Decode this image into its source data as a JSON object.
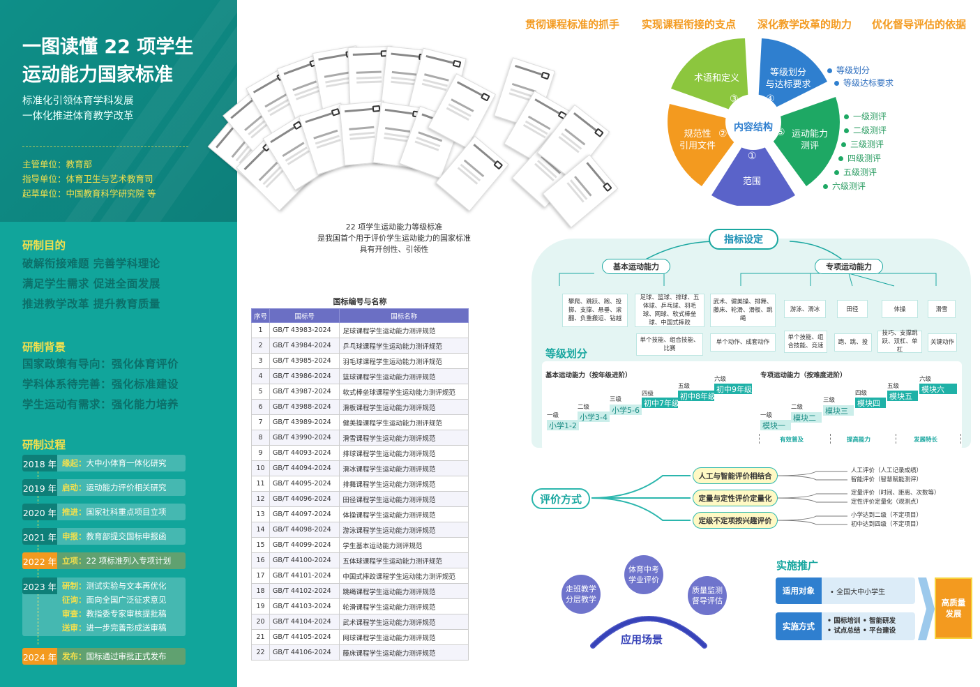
{
  "left": {
    "title_line1": "一图读懂 22 项学生",
    "title_line2": "运动能力国家标准",
    "subtitle_line1": "标准化引领体育学科发展",
    "subtitle_line2": "一体化推进体育教学改革",
    "org": [
      {
        "label": "主管单位：",
        "value": "教育部"
      },
      {
        "label": "指导单位：",
        "value": "体育卫生与艺术教育司"
      },
      {
        "label": "起草单位：",
        "value": "中国教育科学研究院 等"
      }
    ],
    "purpose": {
      "heading": "研制目的",
      "lines": [
        "破解衔接难题  完善学科理论",
        "满足学生需求  促进全面发展",
        "推进教学改革  提升教育质量"
      ]
    },
    "background": {
      "heading": "研制背景",
      "lines": [
        "国家政策有导向：强化体育评价",
        "学科体系待完善：强化标准建设",
        "学生运动有需求：强化能力培养"
      ]
    },
    "process": {
      "heading": "研制过程",
      "items": [
        {
          "year": "2018 年",
          "key": "缘起：",
          "text": "大中小体育一体化研究"
        },
        {
          "year": "2019 年",
          "key": "启动：",
          "text": "运动能力评价相关研究"
        },
        {
          "year": "2020 年",
          "key": "推进：",
          "text": "国家社科重点项目立项"
        },
        {
          "year": "2021 年",
          "key": "申报：",
          "text": "教育部提交国标申报函"
        },
        {
          "year": "2022 年",
          "key": "立项：",
          "text": "22 项标准列入专项计划"
        },
        {
          "year": "2023 年",
          "key": "研制：",
          "text": "测试实验与文本再优化",
          "sub": [
            {
              "key": "征询：",
              "text": "面向全国广泛征求意见"
            },
            {
              "key": "审查：",
              "text": "教指委专家审核提批稿"
            },
            {
              "key": "送审：",
              "text": "进一步完善形成送审稿"
            }
          ]
        },
        {
          "year": "2024 年",
          "key": "发布：",
          "text": "国标通过审批正式发布"
        }
      ]
    }
  },
  "middle": {
    "caption_line1": "22 项学生运动能力等级标准",
    "caption_line2": "是我国首个用于评价学生运动能力的国家标准",
    "caption_line3": "具有开创性、引领性",
    "table_title": "国标编号与名称",
    "headers": [
      "序号",
      "国标号",
      "国标名称"
    ],
    "rows": [
      [
        "1",
        "GB/T 43983-2024",
        "足球课程学生运动能力测评规范"
      ],
      [
        "2",
        "GB/T 43984-2024",
        "乒乓球课程学生运动能力测评规范"
      ],
      [
        "3",
        "GB/T 43985-2024",
        "羽毛球课程学生运动能力测评规范"
      ],
      [
        "4",
        "GB/T 43986-2024",
        "篮球课程学生运动能力测评规范"
      ],
      [
        "5",
        "GB/T 43987-2024",
        "软式棒垒球课程学生运动能力测评规范"
      ],
      [
        "6",
        "GB/T 43988-2024",
        "滑板课程学生运动能力测评规范"
      ],
      [
        "7",
        "GB/T 43989-2024",
        "健美操课程学生运动能力测评规范"
      ],
      [
        "8",
        "GB/T 43990-2024",
        "滑雪课程学生运动能力测评规范"
      ],
      [
        "9",
        "GB/T 44093-2024",
        "排球课程学生运动能力测评规范"
      ],
      [
        "10",
        "GB/T 44094-2024",
        "滑冰课程学生运动能力测评规范"
      ],
      [
        "11",
        "GB/T 44095-2024",
        "排舞课程学生运动能力测评规范"
      ],
      [
        "12",
        "GB/T 44096-2024",
        "田径课程学生运动能力测评规范"
      ],
      [
        "13",
        "GB/T 44097-2024",
        "体操课程学生运动能力测评规范"
      ],
      [
        "14",
        "GB/T 44098-2024",
        "游泳课程学生运动能力测评规范"
      ],
      [
        "15",
        "GB/T 44099-2024",
        "学生基本运动能力测评规范"
      ],
      [
        "16",
        "GB/T 44100-2024",
        "五体球课程学生运动能力测评规范"
      ],
      [
        "17",
        "GB/T 44101-2024",
        "中国式摔跤课程学生运动能力测评规范"
      ],
      [
        "18",
        "GB/T 44102-2024",
        "跳绳课程学生运动能力测评规范"
      ],
      [
        "19",
        "GB/T 44103-2024",
        "轮滑课程学生运动能力测评规范"
      ],
      [
        "20",
        "GB/T 44104-2024",
        "武术课程学生运动能力测评规范"
      ],
      [
        "21",
        "GB/T 44105-2024",
        "网球课程学生运动能力测评规范"
      ],
      [
        "22",
        "GB/T 44106-2024",
        "藤床课程学生运动能力测评规范"
      ]
    ]
  },
  "right": {
    "top_titles": [
      "贯彻课程标准的抓手",
      "实现课程衔接的支点",
      "深化教学改革的助力",
      "优化督导评估的依据"
    ],
    "pie": {
      "center": "内容结构",
      "segments": [
        {
          "num": "①",
          "label": "范围",
          "color": "#5a63c9"
        },
        {
          "num": "②",
          "label": "规范性\n引用文件",
          "color": "#f39a1f"
        },
        {
          "num": "③",
          "label": "术语和定义",
          "color": "#8cc63e"
        },
        {
          "num": "④",
          "label": "等级划分\n与达标要求",
          "color": "#2f7fcf"
        },
        {
          "num": "⑤",
          "label": "运动能力\n测评",
          "color": "#1ea864"
        }
      ],
      "blue_list": [
        "等级划分",
        "等级达标要求"
      ],
      "green_list": [
        "一级测评",
        "二级测评",
        "三级测评",
        "四级测评",
        "五级测评",
        "六级测评"
      ]
    },
    "indicators": {
      "title": "指标设定",
      "basic": "基本运动能力",
      "special": "专项运动能力",
      "boxes": [
        "攀爬、跳跃、跑、投掷、支撑、悬垂、滚翻、负重搬运、钻越",
        "足球、篮球、排球、五体球、乒乓球、羽毛球、网球、软式棒垒球、中国式摔跤",
        "武术、健美操、排舞、藤床、轮滑、滑板、跳绳",
        "游泳、滑冰",
        "田径",
        "体操",
        "滑雪"
      ],
      "sub_boxes": [
        "单个技能、组合技能、比赛",
        "单个动作、成套动作",
        "单个技能、组合技能、竞速",
        "跑、跳、投",
        "技巧、支撑跳跃、双杠、单杠",
        "关键动作"
      ]
    },
    "levels": {
      "title": "等级划分",
      "basic_title": "基本运动能力（按年级进阶）",
      "special_title": "专项运动能力（按难度进阶）",
      "level_names": [
        "一级",
        "二级",
        "三级",
        "四级",
        "五级",
        "六级"
      ],
      "basic_steps": [
        "小学1-2",
        "小学3-4",
        "小学5-6",
        "初中7年级",
        "初中8年级",
        "初中9年级"
      ],
      "special_steps": [
        "模块一",
        "模块二",
        "模块三",
        "模块四",
        "模块五",
        "模块六"
      ],
      "phases": [
        "有效普及",
        "提高能力",
        "发展特长"
      ]
    },
    "evaluation": {
      "title": "评价方式",
      "items": [
        {
          "label": "人工与智能评价相结合",
          "notes": [
            "人工评价（人工记录成绩）",
            "智能评价（智慧赋能测评）"
          ]
        },
        {
          "label": "定量与定性评价定量化",
          "notes": [
            "定量评价（时间、距离、次数等）",
            "定性评价定量化（观测点）"
          ]
        },
        {
          "label": "定级不定项按兴趣评价",
          "notes": [
            "小学达到二级（不定项目）",
            "初中达到四级（不定项目）"
          ]
        }
      ]
    },
    "scenarios": {
      "title": "应用场景",
      "items": [
        "走班教学\n分层教学",
        "体育中考\n学业评价",
        "质量监测\n督导评估"
      ]
    },
    "implementation": {
      "title": "实施推广",
      "row1_label": "适用对象",
      "row1_text": "全国大中小学生",
      "row2_label": "实施方式",
      "row2_items": [
        "国标培训",
        "智能研发",
        "试点总结",
        "平台建设"
      ],
      "result": "高质量\n发展"
    }
  }
}
